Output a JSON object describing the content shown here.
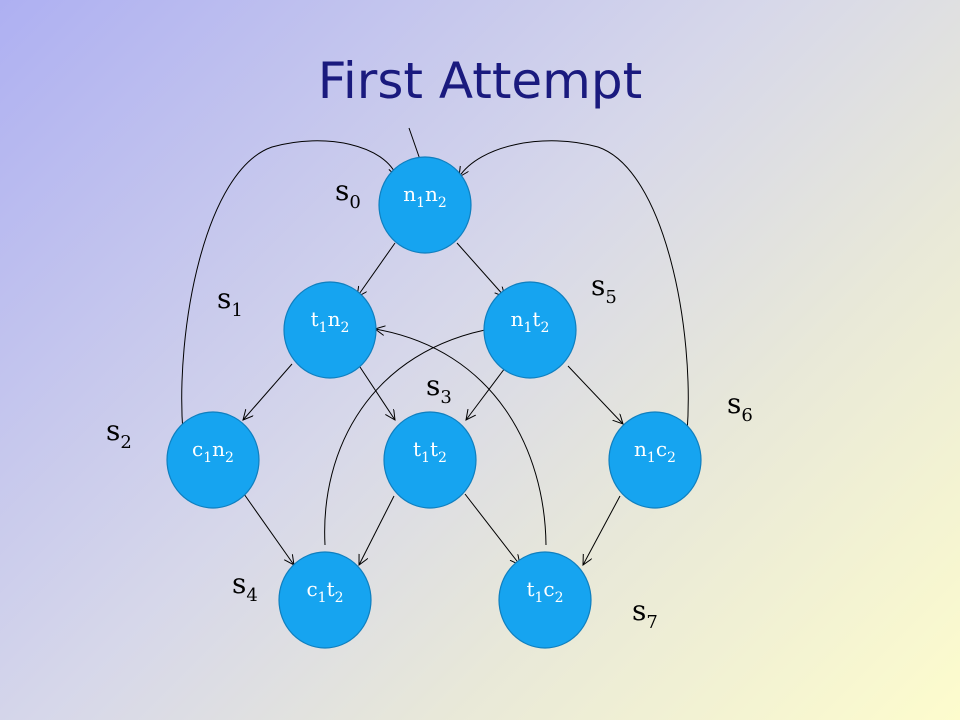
{
  "slide": {
    "title": "First Attempt"
  },
  "nodes": [
    {
      "id": "n1n2",
      "base1": "n",
      "sub1": "1",
      "base2": "n",
      "sub2": "2"
    },
    {
      "id": "t1n2",
      "base1": "t",
      "sub1": "1",
      "base2": "n",
      "sub2": "2"
    },
    {
      "id": "n1t2",
      "base1": "n",
      "sub1": "1",
      "base2": "t",
      "sub2": "2"
    },
    {
      "id": "c1n2",
      "base1": "c",
      "sub1": "1",
      "base2": "n",
      "sub2": "2"
    },
    {
      "id": "t1t2",
      "base1": "t",
      "sub1": "1",
      "base2": "t",
      "sub2": "2"
    },
    {
      "id": "n1c2",
      "base1": "n",
      "sub1": "1",
      "base2": "c",
      "sub2": "2"
    },
    {
      "id": "c1t2",
      "base1": "c",
      "sub1": "1",
      "base2": "t",
      "sub2": "2"
    },
    {
      "id": "t1c2",
      "base1": "t",
      "sub1": "1",
      "base2": "c",
      "sub2": "2"
    }
  ],
  "state_labels": [
    {
      "base": "s",
      "sub": "0"
    },
    {
      "base": "s",
      "sub": "1"
    },
    {
      "base": "s",
      "sub": "2"
    },
    {
      "base": "s",
      "sub": "3"
    },
    {
      "base": "s",
      "sub": "4"
    },
    {
      "base": "s",
      "sub": "5"
    },
    {
      "base": "s",
      "sub": "6"
    },
    {
      "base": "s",
      "sub": "7"
    }
  ],
  "edges": [
    {
      "from": "n1n2",
      "to": "t1n2"
    },
    {
      "from": "n1n2",
      "to": "n1t2"
    },
    {
      "from": "t1n2",
      "to": "c1n2"
    },
    {
      "from": "t1n2",
      "to": "t1t2"
    },
    {
      "from": "n1t2",
      "to": "t1t2"
    },
    {
      "from": "n1t2",
      "to": "n1c2"
    },
    {
      "from": "c1n2",
      "to": "c1t2"
    },
    {
      "from": "t1t2",
      "to": "c1t2"
    },
    {
      "from": "t1t2",
      "to": "t1c2"
    },
    {
      "from": "n1c2",
      "to": "t1c2"
    },
    {
      "from": "c1n2",
      "to": "n1n2"
    },
    {
      "from": "n1c2",
      "to": "n1n2"
    },
    {
      "from": "c1t2",
      "to": "n1t2"
    },
    {
      "from": "t1c2",
      "to": "t1n2"
    }
  ],
  "initial_state": "n1n2"
}
